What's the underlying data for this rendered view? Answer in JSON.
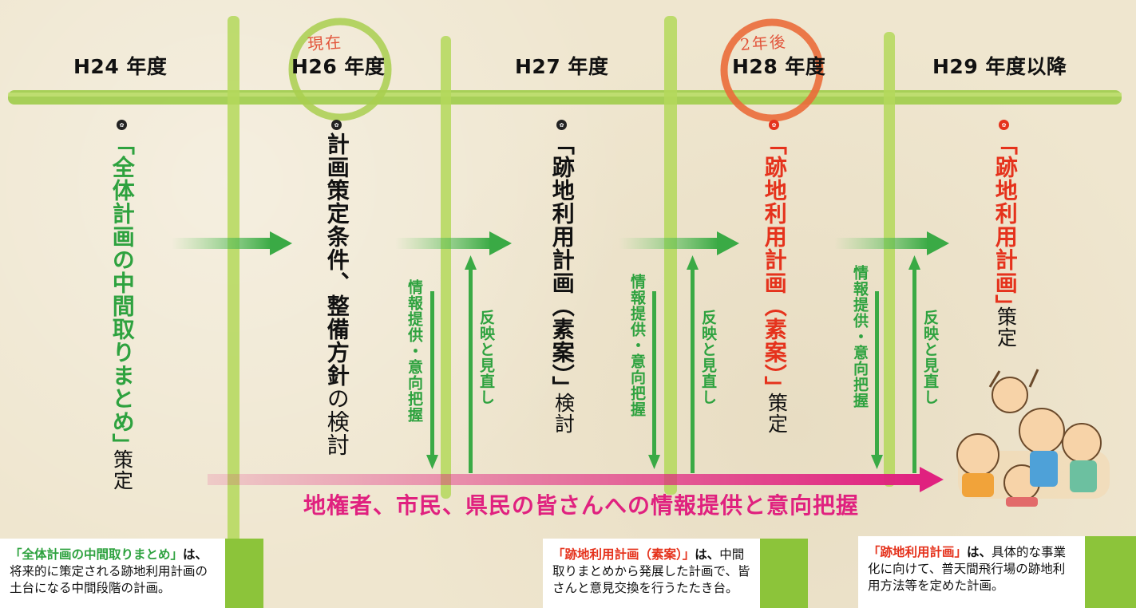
{
  "years": [
    "H24 年度",
    "H26 年度",
    "H27 年度",
    "H28 年度",
    "H29 年度以降"
  ],
  "stage_labels": {
    "current": "現在",
    "two_years": "2年後"
  },
  "columns": [
    {
      "main": "「全体計画の中間取りまとめ」",
      "sub": "策定",
      "color": "#2ea23f"
    },
    {
      "main": "計画策定条件、整備方針",
      "connector": "の",
      "sub": "検討",
      "color": "#111111"
    },
    {
      "main": "「跡地利用計画（素案）」",
      "sub": "検討",
      "color": "#111111"
    },
    {
      "main": "「跡地利用計画（素案）」",
      "sub": "策定",
      "color": "#e5321c"
    },
    {
      "main": "「跡地利用計画」",
      "sub": "策定",
      "color": "#e5321c"
    }
  ],
  "feedback": {
    "up": "反映と見直し",
    "down": "情報提供・意向把握"
  },
  "banner": "地権者、市民、県民の皆さんへの情報提供と意向把握",
  "notes": [
    {
      "term": "「全体計画の中間取りまとめ」",
      "joiner": "は、",
      "body": "将来的に策定される跡地利用計画の土台になる中間段階の計画。"
    },
    {
      "term": "「跡地利用計画（素案）」",
      "joiner": "は、",
      "body": "中間取りまとめから発展した計画で、皆さんと意見交換を行うたたき台。"
    },
    {
      "term": "「跡地利用計画」",
      "joiner": "は、",
      "body": "具体的な事業化に向けて、普天間飛行場の跡地利用方法等を定めた計画。"
    }
  ],
  "icons": {
    "bullet": "pin-bullet-icon",
    "people": "cheering-people-illustration"
  },
  "colors": {
    "green": "#2ea23f",
    "red": "#e5321c",
    "pink": "#e0217f",
    "bamboo": "#8cc43a",
    "circle_current": "#a9cf4f",
    "circle_future": "#ea6b3a"
  }
}
